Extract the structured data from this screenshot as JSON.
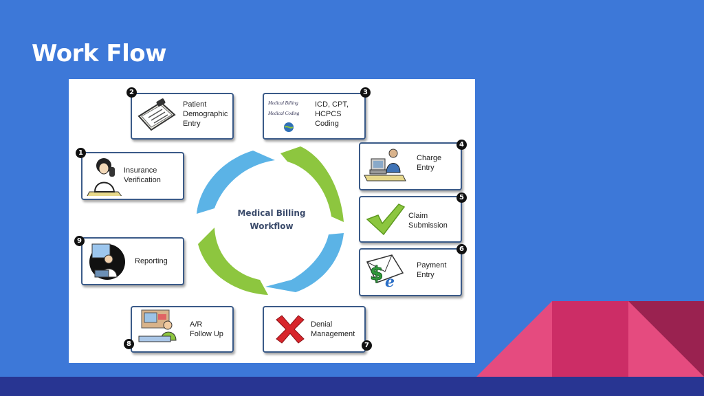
{
  "slide": {
    "title": "Work Flow"
  },
  "diagram": {
    "center_label": "Medical Billing\nWorkflow",
    "steps": [
      {
        "number": "1",
        "label": "Insurance\nVerification",
        "icon": "receptionist-phone-icon"
      },
      {
        "number": "2",
        "label": "Patient\nDemographic\nEntry",
        "icon": "clipboard-icon"
      },
      {
        "number": "3",
        "label": "ICD, CPT,\nHCPCS\nCoding",
        "icon": "coding-book-icon",
        "icon_text": "Medical Billing\nMedical Coding"
      },
      {
        "number": "4",
        "label": "Charge\nEntry",
        "icon": "computer-desk-icon"
      },
      {
        "number": "5",
        "label": "Claim\nSubmission",
        "icon": "checkmark-icon"
      },
      {
        "number": "6",
        "label": "Payment\nEntry",
        "icon": "money-envelope-icon"
      },
      {
        "number": "7",
        "label": "Denial\nManagement",
        "icon": "red-x-icon"
      },
      {
        "number": "8",
        "label": "A/R\nFollow Up",
        "icon": "desk-worker-icon"
      },
      {
        "number": "9",
        "label": "Reporting",
        "icon": "presenter-icon"
      }
    ]
  },
  "colors": {
    "background": "#3d78d8",
    "bottom_bar": "#283592",
    "arrow_green": "#8dc63f",
    "arrow_blue": "#5bb3e6",
    "accent_pink": "#e54b7f",
    "accent_magenta": "#c42a63",
    "accent_dark": "#8e2149"
  }
}
